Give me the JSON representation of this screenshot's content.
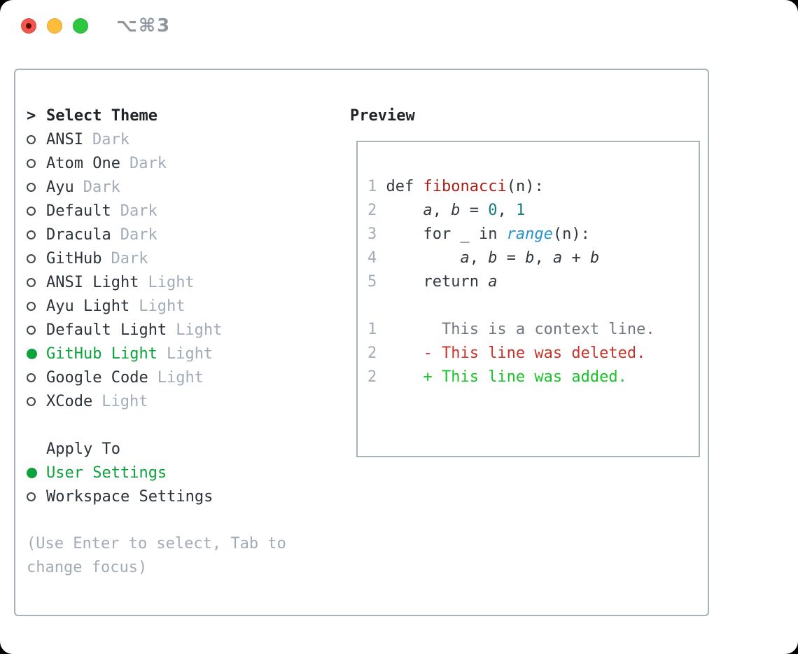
{
  "window": {
    "title": "⌥⌘3"
  },
  "traffic_lights": {
    "close": "red-with-dot",
    "minimize": "yellow",
    "zoom": "green"
  },
  "theme_picker": {
    "prompt": ">",
    "title": "Select Theme",
    "items": [
      {
        "label": "ANSI",
        "variant": "Dark",
        "selected": false
      },
      {
        "label": "Atom One",
        "variant": "Dark",
        "selected": false
      },
      {
        "label": "Ayu",
        "variant": "Dark",
        "selected": false
      },
      {
        "label": "Default",
        "variant": "Dark",
        "selected": false
      },
      {
        "label": "Dracula",
        "variant": "Dark",
        "selected": false
      },
      {
        "label": "GitHub",
        "variant": "Dark",
        "selected": false
      },
      {
        "label": "ANSI Light",
        "variant": "Light",
        "selected": false
      },
      {
        "label": "Ayu Light",
        "variant": "Light",
        "selected": false
      },
      {
        "label": "Default Light",
        "variant": "Light",
        "selected": false
      },
      {
        "label": "GitHub Light",
        "variant": "Light",
        "selected": true
      },
      {
        "label": "Google Code",
        "variant": "Light",
        "selected": false
      },
      {
        "label": "XCode",
        "variant": "Light",
        "selected": false
      }
    ]
  },
  "apply_to": {
    "title": "Apply To",
    "options": [
      {
        "label": "User Settings",
        "selected": true
      },
      {
        "label": "Workspace Settings",
        "selected": false
      }
    ]
  },
  "help": {
    "line1": "(Use Enter to select, Tab to",
    "line2": "change focus)"
  },
  "preview": {
    "title": "Preview",
    "lines": [
      {
        "num": "1",
        "segments": [
          {
            "t": " def ",
            "s": "code"
          },
          {
            "t": "fibonacci",
            "s": "func"
          },
          {
            "t": "(n):",
            "s": "code"
          }
        ]
      },
      {
        "num": "2",
        "segments": [
          {
            "t": "     ",
            "s": "code"
          },
          {
            "t": "a",
            "s": "var"
          },
          {
            "t": ", ",
            "s": "code"
          },
          {
            "t": "b",
            "s": "var"
          },
          {
            "t": " = ",
            "s": "code"
          },
          {
            "t": "0",
            "s": "num"
          },
          {
            "t": ", ",
            "s": "code"
          },
          {
            "t": "1",
            "s": "num"
          }
        ]
      },
      {
        "num": "3",
        "segments": [
          {
            "t": "     for _ in ",
            "s": "code"
          },
          {
            "t": "range",
            "s": "builtin"
          },
          {
            "t": "(n):",
            "s": "code"
          }
        ]
      },
      {
        "num": "4",
        "segments": [
          {
            "t": "         ",
            "s": "code"
          },
          {
            "t": "a",
            "s": "var"
          },
          {
            "t": ", ",
            "s": "code"
          },
          {
            "t": "b",
            "s": "var"
          },
          {
            "t": " = ",
            "s": "code"
          },
          {
            "t": "b",
            "s": "var"
          },
          {
            "t": ", ",
            "s": "code"
          },
          {
            "t": "a",
            "s": "var"
          },
          {
            "t": " + ",
            "s": "code"
          },
          {
            "t": "b",
            "s": "var"
          }
        ]
      },
      {
        "num": "5",
        "segments": [
          {
            "t": "     return ",
            "s": "code"
          },
          {
            "t": "a",
            "s": "var"
          }
        ]
      },
      {
        "num": "",
        "segments": []
      },
      {
        "num": "1",
        "segments": [
          {
            "t": "       This is a context line.",
            "s": "context"
          }
        ]
      },
      {
        "num": "2",
        "segments": [
          {
            "t": "     - This line was deleted.",
            "s": "del"
          }
        ]
      },
      {
        "num": "2",
        "segments": [
          {
            "t": "     + This line was added.",
            "s": "add"
          }
        ]
      }
    ]
  },
  "colors": {
    "accent_green": "#0da23c",
    "added_green": "#17c327",
    "deleted_red": "#c8332a",
    "function_red": "#aa1d14",
    "number_teal": "#0d7d7d",
    "builtin_blue": "#2492cf",
    "muted_gray": "#a2abb8",
    "border_gray": "#a9b1ba"
  }
}
